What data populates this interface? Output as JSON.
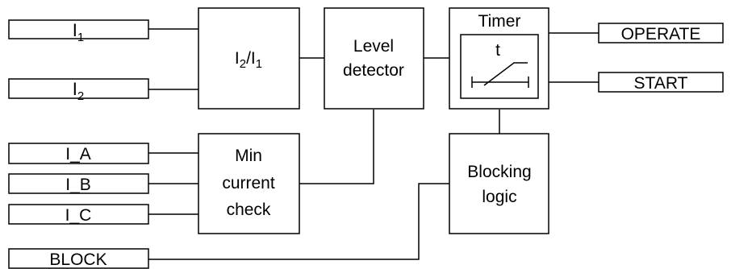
{
  "inputs": {
    "i1": {
      "main": "I",
      "sub": "1"
    },
    "i2": {
      "main": "I",
      "sub": "2"
    },
    "ia": "I_A",
    "ib": "I_B",
    "ic": "I_C",
    "block": "BLOCK"
  },
  "blocks": {
    "ratio": {
      "a": "I",
      "a_sub": "2",
      "slash": "/I",
      "b_sub": "1"
    },
    "level_detector": [
      "Level",
      "detector"
    ],
    "timer": {
      "title": "Timer",
      "symbol": "t"
    },
    "min_current_check": [
      "Min",
      "current",
      "check"
    ],
    "blocking_logic": [
      "Blocking",
      "logic"
    ]
  },
  "outputs": {
    "operate": "OPERATE",
    "start": "START"
  }
}
